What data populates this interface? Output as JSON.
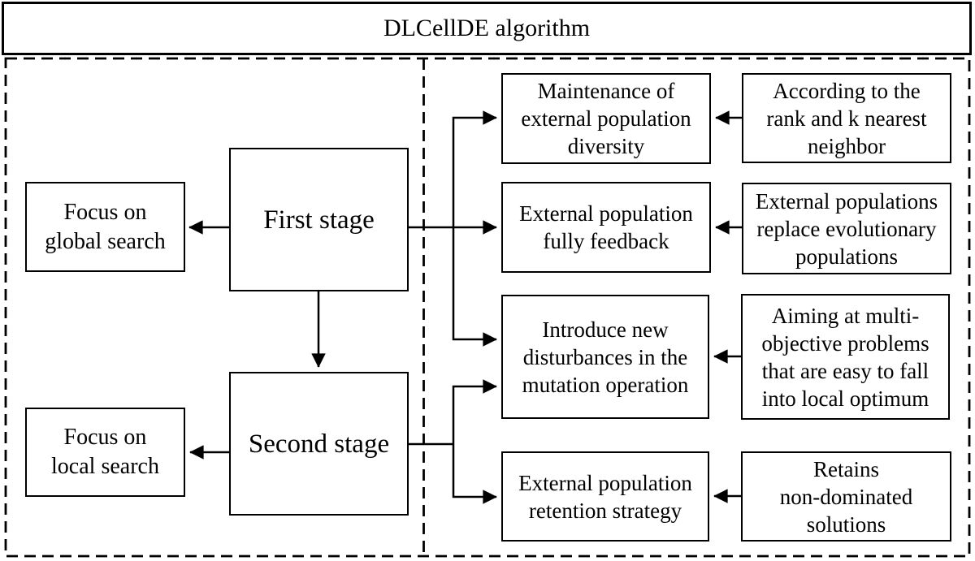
{
  "title": "DLCellDE algorithm",
  "colors": {
    "stroke": "#000000",
    "background": "#ffffff"
  },
  "left_panel": {
    "stages": {
      "first_stage": "First stage",
      "second_stage": "Second stage"
    },
    "goals": {
      "focus_global": "Focus on\nglobal search",
      "focus_local": "Focus on\nlocal search"
    }
  },
  "right_panel": {
    "strategies": {
      "maintenance": "Maintenance of\nexternal population\ndiversity",
      "feedback": "External population\nfully feedback",
      "disturbance": "Introduce new\ndisturbances in the\nmutation operation",
      "retention": "External population\nretention strategy"
    },
    "explanations": {
      "knn": "According to the\nrank and k nearest\nneighbor",
      "replace": "External populations\nreplace evolutionary\npopulations",
      "aiming": "Aiming at multi-\nobjective problems\nthat are easy to fall\ninto local optimum",
      "retains": "Retains\nnon-dominated\nsolutions"
    }
  }
}
